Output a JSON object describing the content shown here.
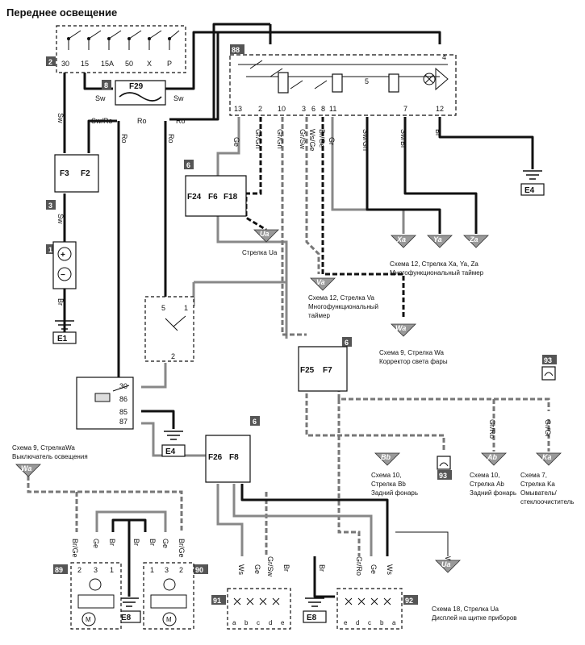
{
  "title": "Переднее освещение",
  "components": {
    "ignition_switch": {
      "num": "2",
      "terminals": [
        "30",
        "15",
        "15A",
        "50",
        "X",
        "P"
      ]
    },
    "fuse_holder_f29": {
      "num": "8",
      "label": "F29"
    },
    "fuse_block_top": {
      "num": "3",
      "fuses": [
        "F3",
        "F2"
      ]
    },
    "battery": {
      "num": "1",
      "plus": "+",
      "minus": "−",
      "ground": "E1"
    },
    "light_switch": {
      "num": "88",
      "pins": [
        "13",
        "2",
        "10",
        "3",
        "6",
        "8",
        "11",
        "5",
        "7",
        "12",
        "4"
      ]
    },
    "fuse_block_6a": {
      "num": "6",
      "fuses": [
        "F24",
        "F6",
        "F18"
      ]
    },
    "relay_86": {
      "num": "86",
      "pins": [
        "5",
        "1",
        "2"
      ]
    },
    "relay_87": {
      "num": "87",
      "pins": [
        "30",
        "86",
        "85",
        "87"
      ],
      "ground": "E4"
    },
    "fuse_block_6b": {
      "num": "6",
      "fuses": [
        "F25",
        "F7"
      ]
    },
    "fuse_block_6c": {
      "num": "6",
      "fuses": [
        "F26",
        "F8"
      ]
    },
    "ground_e4_top": "E4",
    "ground_e8_left": "E8",
    "ground_e8_right": "E8",
    "headlamp_left": {
      "num": "89",
      "pins": [
        "2",
        "3",
        "1"
      ],
      "motor": "M"
    },
    "headlamp_right": {
      "num": "90",
      "pins": [
        "1",
        "3",
        "2"
      ],
      "motor": "M"
    },
    "panel_left": {
      "num": "91",
      "letters": [
        "a",
        "b",
        "c",
        "d",
        "e"
      ]
    },
    "panel_right": {
      "num": "92",
      "letters": [
        "e",
        "d",
        "c",
        "b",
        "a"
      ]
    },
    "connector_93_right": "93",
    "connector_93_mid": "93"
  },
  "wires": {
    "sw": "Sw",
    "sw_ro": "Sw/Ro",
    "ro": "Ro",
    "br": "Br",
    "ge": "Ge",
    "gr_gn": "Gr/Gn",
    "gr_sw": "Gr/Sw",
    "ws_ge": "Ws/Ge",
    "br_ge": "Br/Ge",
    "gr": "Gr",
    "sw_gn": "Sw/Gn",
    "sw_bl": "Sw/Bl",
    "gr_ro": "Gr/Ro",
    "gr_gr": "Gr/Gr",
    "ws": "Ws"
  },
  "arrows": {
    "ua": "Ua",
    "va": "Va",
    "wa": "Wa",
    "xa": "Xa",
    "ya": "Ya",
    "za": "Za",
    "bb": "Bb",
    "ab": "Ab",
    "ka": "Ka",
    "wa_left": "Wa",
    "ua_bottom": "Ua"
  },
  "notes": {
    "ua": "Стрелка Ua",
    "xa_1": "Схема 12, Стрелка Xa, Ya, Za",
    "xa_2": "Многофункциональный таймер",
    "va_1": "Схема 12, Стрелка Va",
    "va_2": "Многофункциональный",
    "va_3": "таймер",
    "wa_1": "Схема 9, Стрелка Wa",
    "wa_2": "Корректор света фары",
    "left_1": "Схема 9, СтрелкаWa",
    "left_2": "Выключатель освещения",
    "bb_1": "Схема 10,",
    "bb_2": "Стрелка Bb",
    "bb_3": "Задний фонарь",
    "ab_1": "Схема 10,",
    "ab_2": "Стрелка Ab",
    "ab_3": "Задний фонарь",
    "ka_1": "Схема 7,",
    "ka_2": "Стрелка Ka",
    "ka_3": "Омыватель/",
    "ka_4": "стеклоочиститель",
    "ua_b1": "Схема 18, Стрелка Ua",
    "ua_b2": "Дисплей на щитке приборов"
  }
}
